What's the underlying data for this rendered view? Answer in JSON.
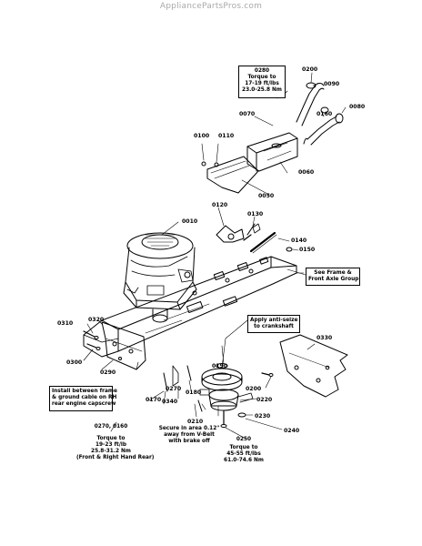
{
  "watermark": "AppliancePartsPros.com",
  "colors": {
    "ink": "#000000",
    "watermark": "#a9a9a9",
    "background": "#ffffff"
  },
  "parts": {
    "p0010": "0010",
    "p0050": "0050",
    "p0060": "0060",
    "p0070": "0070",
    "p0080": "0080",
    "p0090": "0090",
    "p0100": "0100",
    "p0110": "0110",
    "p0120": "0120",
    "p0130": "0130",
    "p0140": "0140",
    "p0150": "0150",
    "p0160": "0160",
    "p0170": "0170",
    "p0180": "0180",
    "p0190": "0190",
    "p0200a": "0200",
    "p0200b": "0200",
    "p0220": "0220",
    "p0230": "0230",
    "p0240": "0240",
    "p0270": "0270",
    "p0280": "0280",
    "p0290": "0290",
    "p0300": "0300",
    "p0310": "0310",
    "p0320": "0320",
    "p0330": "0330",
    "p0340": "0340"
  },
  "notes": {
    "torque_0280": [
      "Torque to",
      "17-19 ft/lbs",
      "23.0-25.8 Nm"
    ],
    "frame_group": [
      "See Frame &",
      "Front Axle Group"
    ],
    "anti_seize": [
      "Apply anti-seize",
      "to crankshaft"
    ],
    "install_between": [
      "Install between frame",
      "& ground cable on RH",
      "rear engine capscrew"
    ],
    "secure_area": [
      "Secure in area 0.12\"",
      "away from V-Belt",
      "with brake off"
    ],
    "torque_0250_head": "0250",
    "torque_0250": [
      "Torque to",
      "45-55 ft/lbs",
      "61.0-74.6 Nm"
    ],
    "torque_0270_head": "0270, 0160",
    "torque_0270": [
      "Torque to",
      "19-23 ft/lb",
      "25.8-31.2 Nm",
      "(Front & Right Hand Rear)"
    ]
  }
}
